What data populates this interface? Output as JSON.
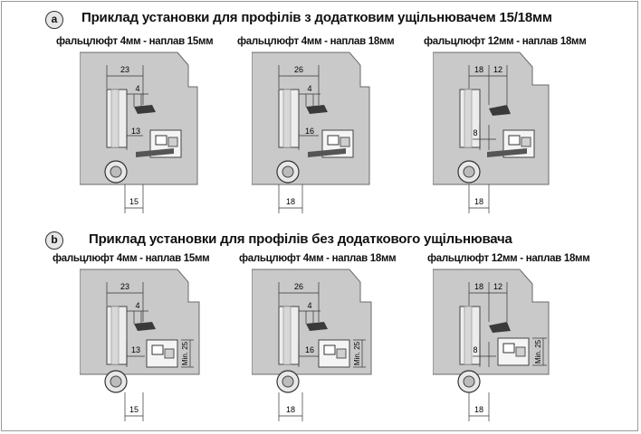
{
  "sections": [
    {
      "marker": "a",
      "title": "Приклад установки для профілів з додатковим ущільнювачем 15/18мм",
      "panels": [
        {
          "caption": "фальцлюфт 4мм - наплав 15мм",
          "dims": {
            "top": "23",
            "gap": "4",
            "mid": "13",
            "bottom": "15"
          }
        },
        {
          "caption": "фальцлюфт 4мм - наплав 18мм",
          "dims": {
            "top": "26",
            "gap": "4",
            "mid": "16",
            "bottom": "18"
          }
        },
        {
          "caption": "фальцлюфт 12мм - наплав 18мм",
          "dims": {
            "top_a": "18",
            "top_b": "12",
            "mid": "8",
            "bottom": "18"
          }
        }
      ]
    },
    {
      "marker": "b",
      "title": "Приклад установки для профілів без додаткового ущільнювача",
      "panels": [
        {
          "caption": "фальцлюфт 4мм - наплав 15мм",
          "dims": {
            "top": "23",
            "gap": "4",
            "mid": "13",
            "bottom": "15",
            "min": "Min. 25"
          }
        },
        {
          "caption": "фальцлюфт 4мм - наплав 18мм",
          "dims": {
            "top": "26",
            "gap": "4",
            "mid": "16",
            "bottom": "18",
            "min": "Min. 25"
          }
        },
        {
          "caption": "фальцлюфт 12мм - наплав 18мм",
          "dims": {
            "top_a": "18",
            "top_b": "12",
            "mid": "8",
            "bottom": "18",
            "min": "Min. 25"
          }
        }
      ]
    }
  ]
}
